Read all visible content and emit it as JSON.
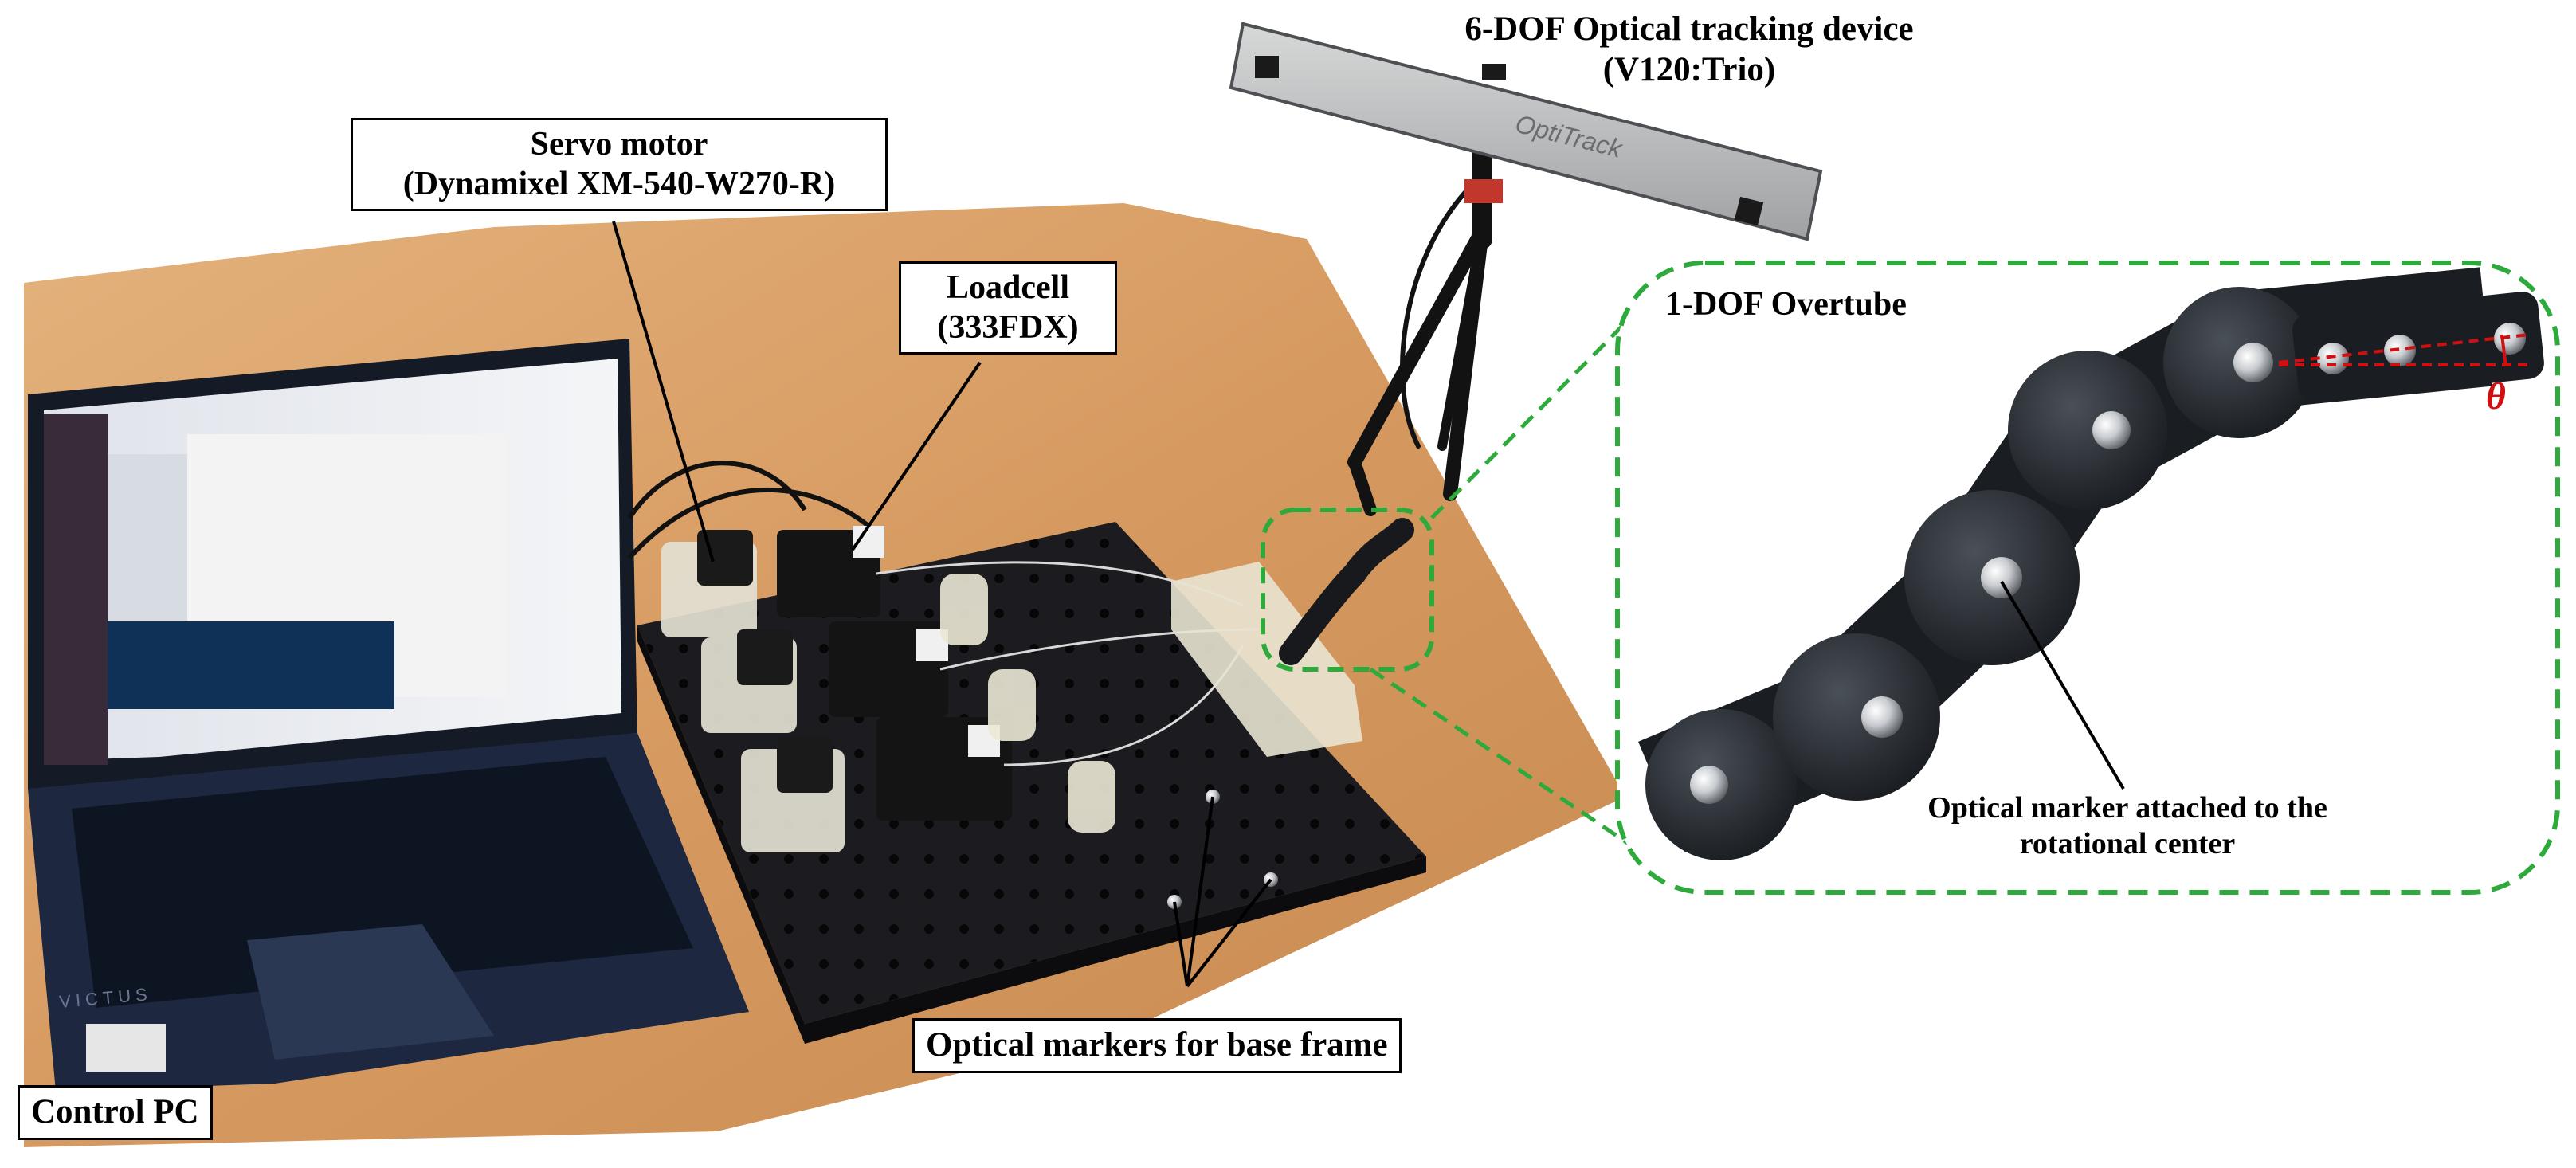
{
  "labels": {
    "tracker_line1": "6-DOF Optical tracking device",
    "tracker_line2": "(V120:Trio)",
    "servo_line1": "Servo motor",
    "servo_line2": "(Dynamixel XM-540-W270-R)",
    "loadcell_line1": "Loadcell",
    "loadcell_line2": "(333FDX)",
    "overtube": "1-DOF Overtube",
    "marker_center_line1": "Optical marker attached to the",
    "marker_center_line2": "rotational center",
    "theta": "θ",
    "base_markers": "Optical markers for base frame",
    "control_pc": "Control PC",
    "tracker_brand": "OptiTrack",
    "laptop_brand": "VICTUS"
  },
  "colors": {
    "table": "#d9a06a",
    "plate": "#1b1b1e",
    "callout_dash": "#2eaa3c",
    "theta": "#d01010"
  }
}
